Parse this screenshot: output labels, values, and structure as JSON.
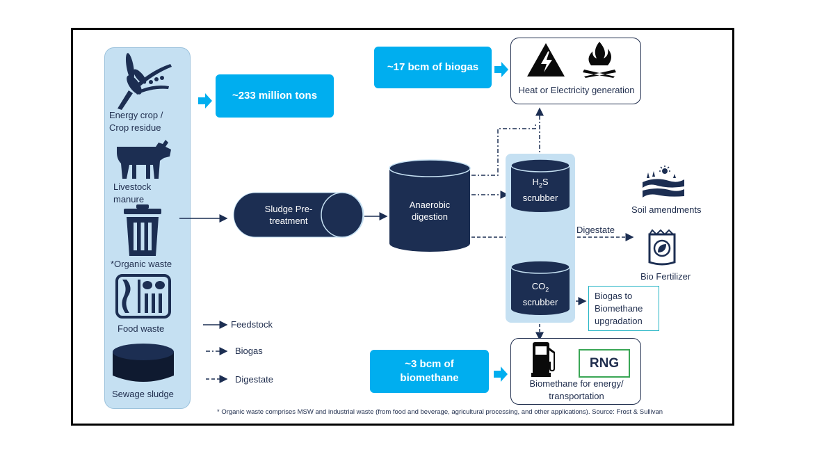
{
  "sources": {
    "energy_crop": "Energy crop /\nCrop residue",
    "livestock": "Livestock\nmanure",
    "organic_waste": "*Organic waste",
    "food_waste": "Food waste",
    "sewage_sludge": "Sewage sludge"
  },
  "callouts": {
    "tons": "~233 million tons",
    "biogas": "~17 bcm of biogas",
    "biomethane_line1": "~3  bcm of",
    "biomethane_line2": "biomethane"
  },
  "process": {
    "pretreatment_line1": "Sludge Pre-",
    "pretreatment_line2": "treatment",
    "digestion_line1": "Anaerobic",
    "digestion_line2": "digestion",
    "h2s_main": "H",
    "h2s_sub": "2",
    "h2s_tail": "S",
    "h2s_line2": "scrubber",
    "co2_main": "CO",
    "co2_sub": "2",
    "co2_line2": "scrubber"
  },
  "outputs": {
    "heat": "Heat or Electricity generation",
    "digestate": "Digestate",
    "soil": "Soil amendments",
    "fertilizer": "Bio Fertilizer",
    "upgrade_line1": "Biogas to",
    "upgrade_line2": "Biomethane",
    "upgrade_line3": "upgradation",
    "rng": "RNG",
    "biomethane_line1": "Biomethane for energy/",
    "biomethane_line2": "transportation"
  },
  "legend": {
    "feedstock": "Feedstock",
    "biogas": "Biogas",
    "digestate": "Digestate"
  },
  "footnote": "* Organic waste comprises MSW and industrial waste (from food and beverage, agricultural processing, and other applications). Source: Frost & Sullivan",
  "colors": {
    "navy": "#1c2e52",
    "cyan": "#00aeef",
    "panel": "#c5e0f2",
    "rng_border": "#3aa655"
  },
  "icons": [
    "wheat-icon",
    "cow-icon",
    "trash-bin-icon",
    "food-tray-icon",
    "sludge-tank-icon",
    "lightning-icon",
    "fire-icon",
    "soil-icon",
    "fertilizer-bag-icon",
    "fuel-pump-icon"
  ]
}
